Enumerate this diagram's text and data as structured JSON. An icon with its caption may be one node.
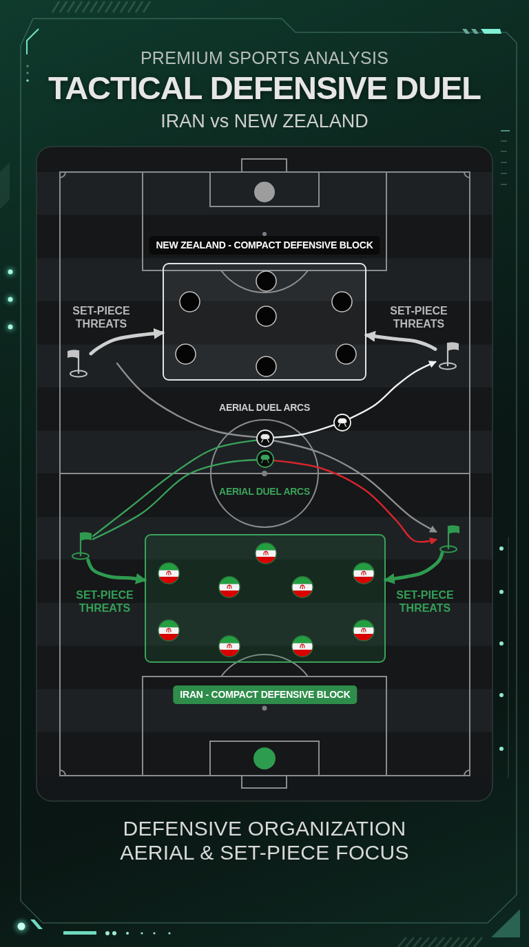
{
  "diagram": {
    "title": "TACTICAL DEFENSIVE DUEL",
    "caption": "DEFENSIVE ORGANIZATION AERIAL & SET-PIECE FOCUS",
    "nodes": [
      {
        "text": [
          "NEW ZEALAND - COMPACT DEFENSIVE BLOCK"
        ]
      },
      {
        "text": [],
        "shape": "circle",
        "in": 0
      },
      {
        "text": [],
        "shape": "circle",
        "in": 0
      },
      {
        "text": [],
        "shape": "circle",
        "in": 0
      },
      {
        "text": [],
        "shape": "circle",
        "in": 0
      },
      {
        "text": [],
        "shape": "circle",
        "in": 0
      },
      {
        "text": [],
        "shape": "circle",
        "in": 0
      },
      {
        "text": [],
        "shape": "circle",
        "in": 0
      },
      {
        "text": [],
        "shape": "flag"
      },
      {
        "text": [],
        "shape": "flag"
      },
      {
        "text": [],
        "shape": "circle"
      },
      {
        "text": [],
        "shape": "circle"
      },
      {
        "text": [],
        "shape": "circle"
      },
      {
        "text": [
          "IRAN - COMPACT DEFENSIVE BLOCK"
        ]
      },
      {
        "text": [],
        "shape": "picture",
        "in": 13
      },
      {
        "text": [],
        "shape": "picture",
        "in": 13
      },
      {
        "text": [],
        "shape": "picture",
        "in": 13
      },
      {
        "text": [],
        "shape": "picture",
        "in": 13
      },
      {
        "text": [],
        "shape": "picture",
        "in": 13
      },
      {
        "text": [],
        "shape": "picture",
        "in": 13
      },
      {
        "text": [],
        "shape": "picture",
        "in": 13
      },
      {
        "text": [],
        "shape": "picture",
        "in": 13
      },
      {
        "text": [],
        "shape": "picture",
        "in": 13
      },
      {
        "text": [],
        "shape": "flag"
      },
      {
        "text": [],
        "shape": "flag"
      }
    ],
    "edges": [
      {
        "from": 8,
        "to": 0,
        "arrow": "to",
        "style": "thick",
        "color": "#cfcfcf"
      },
      {
        "from": 9,
        "to": 0,
        "arrow": "to",
        "style": "thick",
        "color": "#cfcfcf"
      },
      {
        "from": null,
        "to": 11,
        "arrow": "none",
        "color": "#8e8e8e"
      },
      {
        "from": 11,
        "to": 24,
        "arrow": "to",
        "color": "#8e8e8e"
      },
      {
        "from": 11,
        "to": 10,
        "arrow": "none",
        "color": "#f0f0f0"
      },
      {
        "from": 10,
        "to": 9,
        "arrow": "to",
        "color": "#f0f0f0"
      },
      {
        "from": 23,
        "to": 11,
        "arrow": "none",
        "color": "#3aa35a"
      },
      {
        "from": 23,
        "to": 12,
        "arrow": "none",
        "color": "#3aa35a"
      },
      {
        "from": 12,
        "to": 24,
        "arrow": "to",
        "color": "#d8262c"
      },
      {
        "from": 23,
        "to": 13,
        "arrow": "to",
        "style": "thick",
        "color": "#2f9a4f"
      },
      {
        "from": 24,
        "to": 13,
        "arrow": "to",
        "style": "thick",
        "color": "#2f9a4f"
      }
    ],
    "labels": [
      "PREMIUM SPORTS ANALYSIS",
      "IRAN vs NEW ZEALAND",
      "SET-PIECE THREATS",
      "SET-PIECE THREATS",
      "AERIAL DUEL ARCS",
      "AERIAL DUEL ARCS",
      "SET-PIECE THREATS",
      "SET-PIECE THREATS"
    ]
  }
}
